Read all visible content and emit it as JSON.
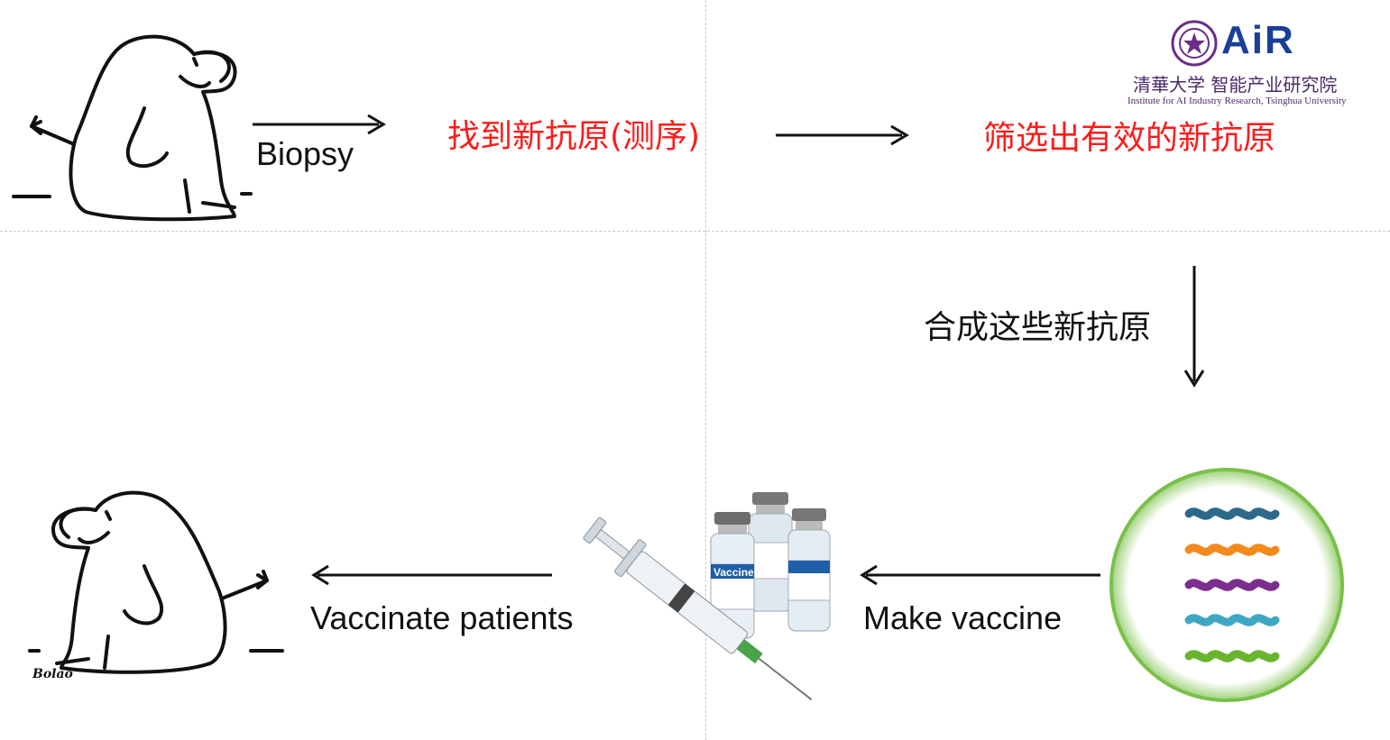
{
  "logo": {
    "brand": "AiR",
    "cn_name": "清華大学 智能产业研究院",
    "en_name": "Institute for AI Industry Research, Tsinghua University",
    "brand_color": "#1a3f9a",
    "accent_color": "#6a2d86"
  },
  "flow": {
    "step_biopsy": "Biopsy",
    "step_sequencing": "找到新抗原(测序)",
    "step_screen": "筛选出有效的新抗原",
    "step_synthesize": "合成这些新抗原",
    "step_make_vaccine": "Make vaccine",
    "step_vaccinate": "Vaccinate patients"
  },
  "vials": {
    "label_text": "Vaccine"
  },
  "cartoon": {
    "signature": "Bolao"
  },
  "colors": {
    "highlight": "#ff1a1a",
    "text": "#111111",
    "guide": "#c8c8c8"
  },
  "icons": [
    "cartoon-figure",
    "syringe-icon",
    "vaccine-vials-icon",
    "antigen-helix-icon",
    "arrow-icon"
  ]
}
